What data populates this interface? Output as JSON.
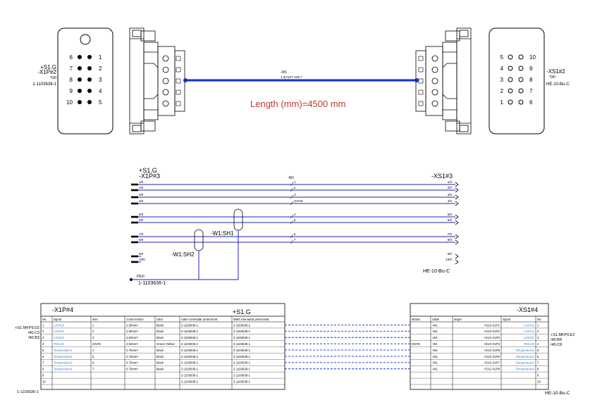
{
  "colors": {
    "line": "#000000",
    "wire": "#2222bb",
    "cable": "#1030d0",
    "accent": "#c0392b",
    "signal": "#3a7fd5"
  },
  "top": {
    "left_card": {
      "labels": [
        "+S1.G",
        "-X1P#2",
        "*0/0",
        "1-1103636-1"
      ],
      "pins_left": [
        "6",
        "7",
        "8",
        "9",
        "10"
      ],
      "pins_right": [
        "1",
        "2",
        "3",
        "4",
        "5"
      ]
    },
    "right_card": {
      "labels": [
        "-XS1#2",
        "*0/0",
        "HE-10-Bu-C"
      ],
      "pins_left": [
        "5",
        "4",
        "3",
        "2",
        "1"
      ],
      "pins_right": [
        "10",
        "9",
        "8",
        "7",
        "6"
      ]
    },
    "cable_labels": [
      "-W1",
      "1.2(Y)ZY 4X0.7"
    ],
    "length_label": "Length (mm)=4500 mm"
  },
  "middle": {
    "left_labels": [
      "+S1.G",
      "-X1P#3"
    ],
    "right_labels": [
      "-XS1#3",
      "HE-10-Bu-C"
    ],
    "part_label": "1-1103636-1",
    "pe_label": "PE/0",
    "cable_label": "-W1",
    "shield_labels": [
      "-W1:SH1",
      "-W1:SH2"
    ],
    "pins_left": [
      "1/0",
      "2/0",
      "3/0",
      "4/0",
      "5/0",
      "6/0",
      "7/0",
      "8/0",
      "9/0",
      "10/0"
    ],
    "pins_right": [
      "1/0",
      "2/0",
      "3/0",
      "4/0",
      "5/0",
      "6/0",
      "7/0",
      "8/0",
      "9/0",
      "10/0"
    ],
    "wire_labels": [
      "1",
      "2",
      "3",
      "GNYE",
      "4",
      "5",
      "6",
      "7"
    ]
  },
  "bottom": {
    "left_table": {
      "title": "-X1P#4",
      "center_title": "+S1.G",
      "ext_labels": [
        "+S1.MFP9.D2",
        "/40.C3",
        "/40.B3"
      ],
      "part_label": "1-1103636-1",
      "headers": [
        "No.",
        "signal",
        "wire",
        "cross-section",
        "color",
        "Aderr Ummadar proternmal",
        "Waht Ummadar proternmal"
      ],
      "rows": [
        [
          "1",
          "LX3X31",
          "1",
          "2.50mm²",
          "black",
          "2-1103636-1",
          "2-1103636-1"
        ],
        [
          "2",
          "LX3X31",
          "2",
          "2.50mm²",
          "black",
          "2-1103636-1",
          "2-1103636-1"
        ],
        [
          "3",
          "LX3X31",
          "3",
          "2.50mm²",
          "black",
          "2-1103636-1",
          "2-1103636-1"
        ],
        [
          "4",
          "PE/LX3",
          "GNYE",
          "2.50mm²",
          "Green-Yellow",
          "2-1103636-1",
          "2-1103636-1"
        ],
        [
          "5",
          "Temperature1",
          "4",
          "0.75mm²",
          "black",
          "2-1103636-1",
          "2-1103636-1"
        ],
        [
          "6",
          "Temperature2",
          "5",
          "0.75mm²",
          "black",
          "2-1103636-1",
          "2-1103636-1"
        ],
        [
          "7",
          "Temperature3",
          "6",
          "0.75mm²",
          "black",
          "2-1103636-1",
          "2-1103636-1"
        ],
        [
          "8",
          "Temperature4",
          "7",
          "0.75mm²",
          "black",
          "2-1103636-1",
          "2-1103636-1"
        ],
        [
          "9",
          "",
          "",
          "",
          "",
          "2-1103636-1",
          "2-1103636-1"
        ],
        [
          "10",
          "",
          "",
          "",
          "",
          "2-1103636-1",
          "2-1103636-1"
        ]
      ]
    },
    "right_table": {
      "title": "-XS1#4",
      "ext_labels": [
        "+S1.MFP9.E2",
        "/40.B8",
        "/40.C8"
      ],
      "part_label": "HE-10-Bu-C",
      "headers": [
        "strand",
        "cable",
        "target",
        "signal",
        "No."
      ],
      "rows": [
        [
          "",
          "-W1",
          "+S1G-X1P1",
          "LX3X31",
          "1"
        ],
        [
          "",
          "-W1",
          "+S1G-X1P2",
          "LX3X31",
          "2"
        ],
        [
          "",
          "-W1",
          "+S1G-X1P3",
          "LX3X31",
          "3"
        ],
        [
          "GNYE",
          "-W1",
          "+S1G-X1P4",
          "PE/LX3",
          "4"
        ],
        [
          "",
          "-W1",
          "+S1G-X1P5",
          "Temperature1",
          "5"
        ],
        [
          "",
          "-W1",
          "+S1G-X1P6",
          "Temperature2",
          "6"
        ],
        [
          "",
          "-W1",
          "+S1G-X1P7",
          "Temperature3",
          "7"
        ],
        [
          "",
          "-W1",
          "+S1G-X1P8",
          "Temperature4",
          "8"
        ],
        [
          "",
          "",
          "",
          "",
          "9"
        ],
        [
          "",
          "",
          "",
          "",
          "10"
        ]
      ]
    }
  }
}
